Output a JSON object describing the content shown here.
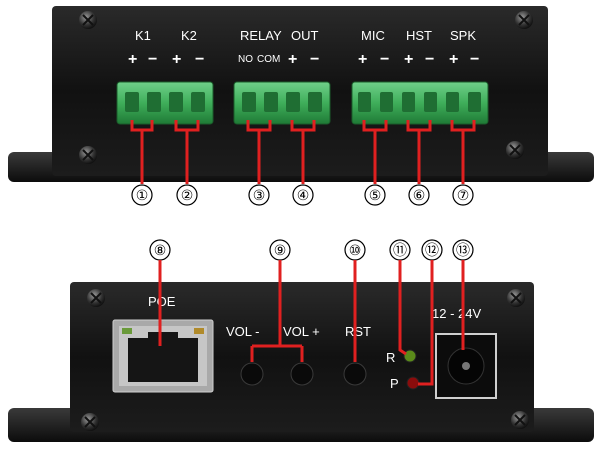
{
  "top_panel": {
    "labels": {
      "k1": "K1",
      "k2": "K2",
      "relay": "RELAY",
      "out": "OUT",
      "mic": "MIC",
      "hst": "HST",
      "spk": "SPK",
      "no": "NO",
      "com": "COM"
    },
    "polarity": [
      "+",
      "−",
      "+",
      "−",
      "+",
      "−",
      "+",
      "−",
      "+",
      "−",
      "+",
      "−"
    ],
    "callouts": [
      "①",
      "②",
      "③",
      "④",
      "⑤",
      "⑥",
      "⑦"
    ]
  },
  "bottom_panel": {
    "labels": {
      "poe": "POE",
      "vol_minus": "VOL -",
      "vol_plus": "VOL +",
      "rst": "RST",
      "power": "12 - 24V",
      "led_r": "R",
      "led_p": "P"
    },
    "callouts": [
      "⑧",
      "⑨",
      "⑩",
      "⑪",
      "⑫",
      "⑬"
    ]
  },
  "colors": {
    "panel": "#111111",
    "terminal_green": "#3fae5a",
    "callout_red": "#e02020",
    "led_green": "#5a8a1a",
    "led_red": "#8a0c0c"
  }
}
